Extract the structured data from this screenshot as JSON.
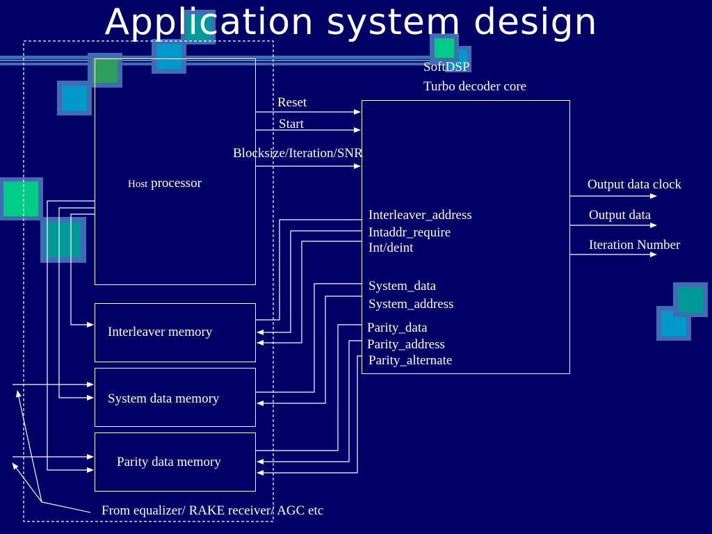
{
  "title": "Application system design",
  "colors": {
    "background": "#000066",
    "line": "#ffffff",
    "deco_frame": "#3f6db3",
    "deco_fills": [
      "#2e9e5e",
      "#0099cc",
      "#009999",
      "#00cc88"
    ]
  },
  "core": {
    "line1": "SoftDSP",
    "line2": "Turbo decoder core"
  },
  "host": {
    "prefix": "Host",
    "suffix": " processor"
  },
  "memories": {
    "interleaver": "Interleaver memory",
    "system": "System data memory",
    "parity": "Parity data memory"
  },
  "signals_in": {
    "reset": "Reset",
    "start": "Start",
    "blocksize": "Blocksize/Iteration/SNR"
  },
  "core_ports": {
    "interleaver_address": "Interleaver_address",
    "intaddr_require": "Intaddr_require",
    "int_deint": "Int/deint",
    "system_data": "System_data",
    "system_address": "System_address",
    "parity_data": "Parity_data",
    "parity_address": "Parity_address",
    "parity_alternate": "Parity_alternate"
  },
  "outputs": {
    "clock": "Output data clock",
    "data": "Output data",
    "iteration": "Iteration Number"
  },
  "source": "From equalizer/ RAKE receiver/ AGC etc"
}
